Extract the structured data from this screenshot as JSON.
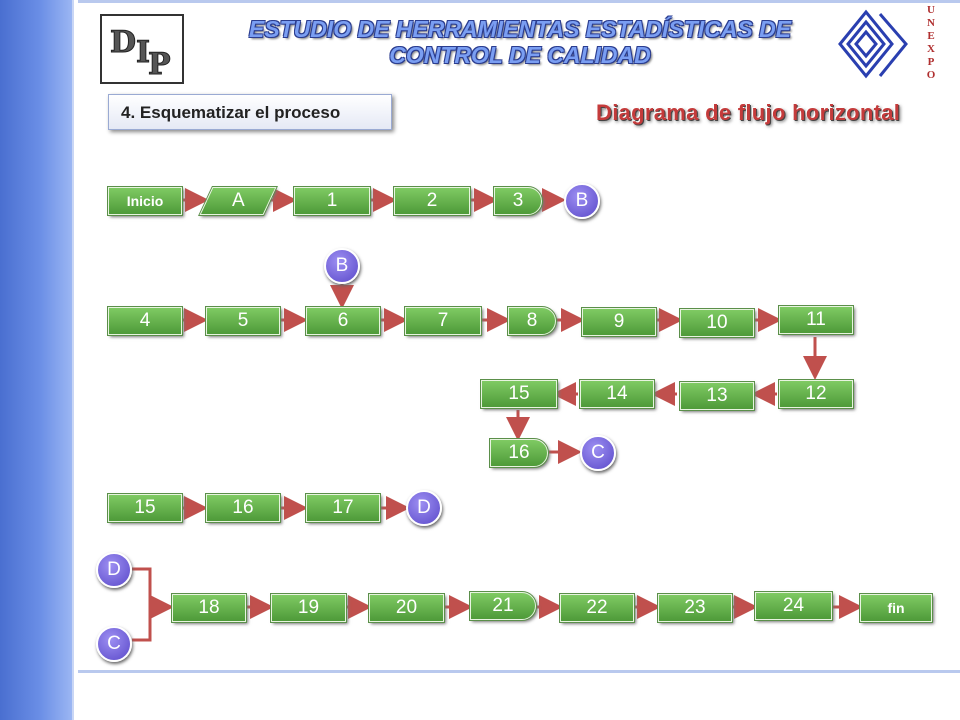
{
  "header": {
    "title_line1": "ESTUDIO DE HERRAMIENTAS ESTADÍSTICAS DE",
    "title_line2": "CONTROL DE CALIDAD",
    "left_logo_text": "DIP",
    "right_logo_text": "UNEXPO"
  },
  "step_label": "4. Esquematizar el proceso",
  "subtitle": "Diagrama de flujo horizontal",
  "nodes": {
    "inicio": "Inicio",
    "a": "A",
    "n1": "1",
    "n2": "2",
    "n3": "3",
    "b1": "B",
    "b2": "B",
    "n4": "4",
    "n5": "5",
    "n6": "6",
    "n7": "7",
    "n8": "8",
    "n9": "9",
    "n10": "10",
    "n11": "11",
    "n12": "12",
    "n13": "13",
    "n14": "14",
    "n15": "15",
    "n16": "16",
    "c1": "C",
    "n15b": "15",
    "n16b": "16",
    "n17": "17",
    "d1": "D",
    "d2": "D",
    "c2": "C",
    "n18": "18",
    "n19": "19",
    "n20": "20",
    "n21": "21",
    "n22": "22",
    "n23": "23",
    "n24": "24",
    "fin": "fin"
  },
  "colors": {
    "node": "#5fae46",
    "connector": "#6a5ad6",
    "arrow": "#c0504d",
    "title": "#7a9ef2",
    "subtitle": "#c43b3b"
  }
}
